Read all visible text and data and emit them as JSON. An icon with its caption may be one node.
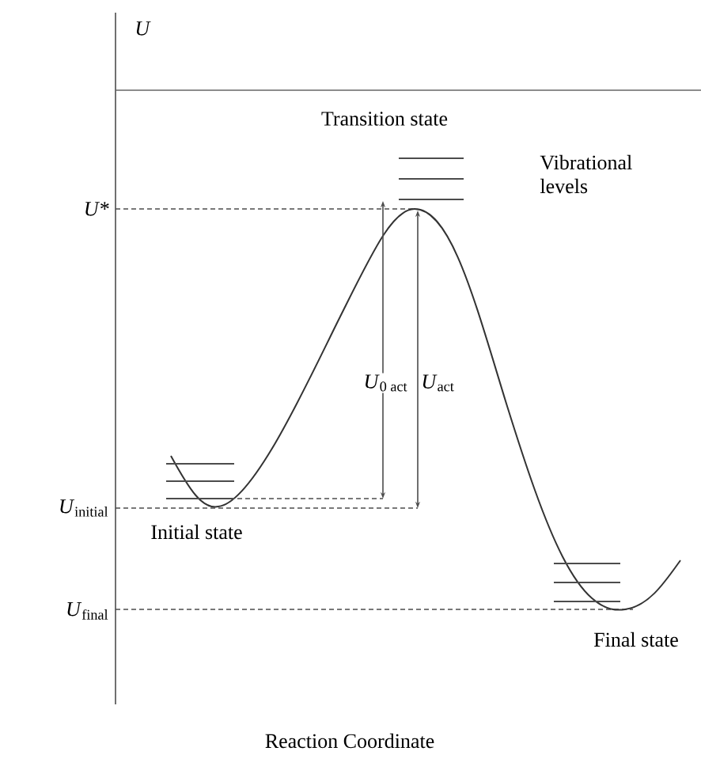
{
  "diagram": {
    "labels": [
      "U",
      "Transition state",
      "Vibrational levels",
      "U*",
      "*U*$_{0 act}$",
      "*U*$_{act}$",
      "*U*$_{initial}$",
      "Initial state",
      "*U*$_{final}$",
      "Final state",
      "Reaction Coordinate"
    ]
  }
}
